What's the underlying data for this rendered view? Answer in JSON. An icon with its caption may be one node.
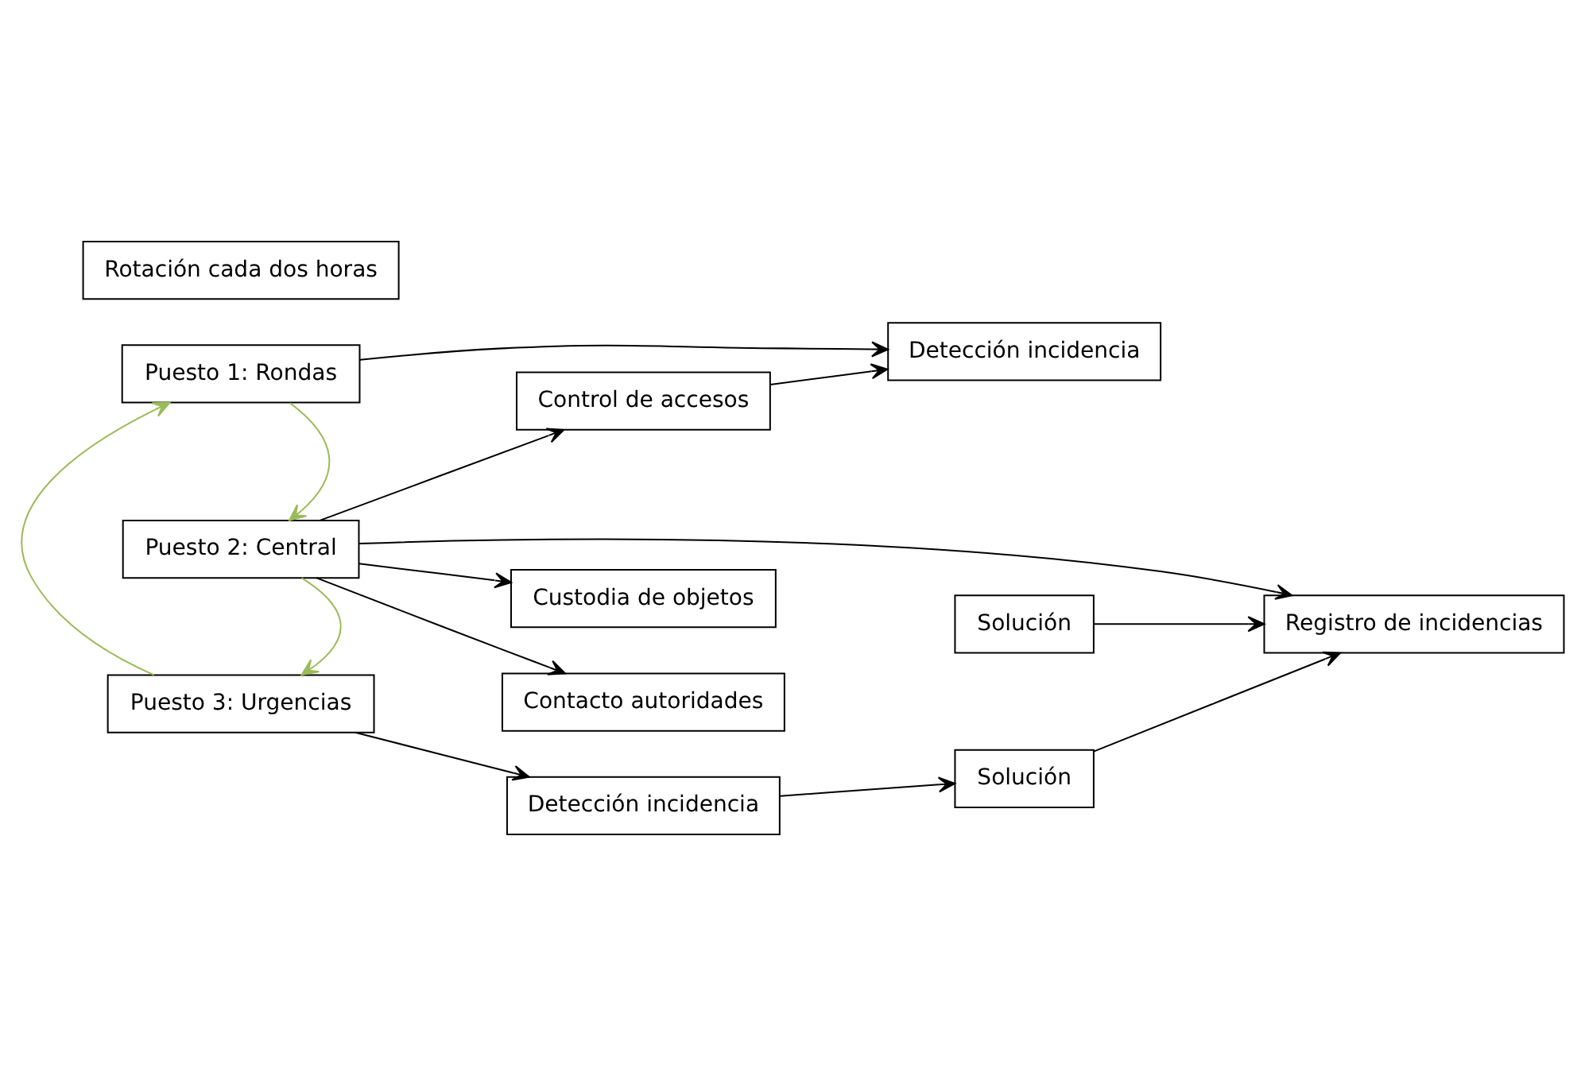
{
  "diagram": {
    "nodes": [
      {
        "text": [
          "Puesto 1: Rondas"
        ]
      },
      {
        "text": [
          "Detección incidencia"
        ]
      },
      {
        "text": [
          "Solución"
        ]
      },
      {
        "text": [
          "Rotación cada dos horas"
        ]
      },
      {
        "text": [
          "Control de accesos"
        ]
      },
      {
        "text": [
          "Puesto 2: Central"
        ]
      },
      {
        "text": [
          "Registro de incidencias"
        ]
      },
      {
        "text": [
          "Custodia de objetos"
        ]
      },
      {
        "text": [
          "Contacto autoridades"
        ]
      },
      {
        "text": [
          "Puesto 3: Urgencias"
        ]
      },
      {
        "text": [
          "Detección incidencia"
        ]
      },
      {
        "text": [
          "Solución"
        ]
      }
    ],
    "edges": [
      {
        "from": 0,
        "to": 1,
        "arrow": "to"
      },
      {
        "from": 2,
        "to": 6,
        "arrow": "to"
      },
      {
        "from": 4,
        "to": 1,
        "arrow": "to"
      },
      {
        "from": 0,
        "to": 5,
        "arrow": "to",
        "color": "#9bbb59"
      },
      {
        "from": 5,
        "to": 4,
        "arrow": "to"
      },
      {
        "from": 5,
        "to": 6,
        "arrow": "to"
      },
      {
        "from": 5,
        "to": 7,
        "arrow": "to"
      },
      {
        "from": 5,
        "to": 8,
        "arrow": "to"
      },
      {
        "from": 5,
        "to": 9,
        "arrow": "to",
        "color": "#9bbb59"
      },
      {
        "from": 9,
        "to": 0,
        "arrow": "to",
        "color": "#9bbb59"
      },
      {
        "from": 9,
        "to": 10,
        "arrow": "to"
      },
      {
        "from": 10,
        "to": 11,
        "arrow": "to"
      },
      {
        "from": 11,
        "to": 6,
        "arrow": "to"
      }
    ]
  }
}
